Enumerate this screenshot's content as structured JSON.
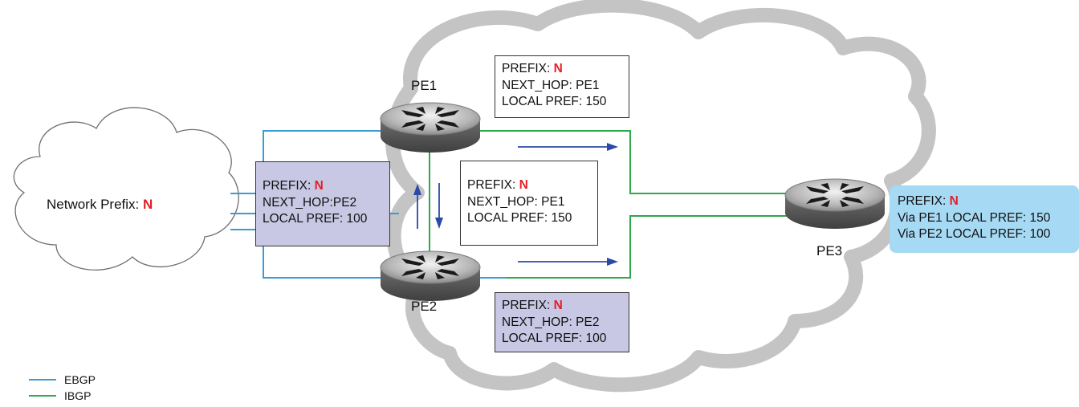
{
  "network_cloud": {
    "label": "Network Prefix:",
    "value": "N"
  },
  "routers": [
    {
      "name": "PE1"
    },
    {
      "name": "PE2"
    },
    {
      "name": "PE3"
    }
  ],
  "boxes": {
    "pe1_top": {
      "prefix_label": "PREFIX:",
      "prefix_value": "N",
      "line2": "NEXT_HOP: PE1",
      "line3": "LOCAL PREF: 150"
    },
    "pe1_mid": {
      "prefix_label": "PREFIX:",
      "prefix_value": "N",
      "line2": "NEXT_HOP: PE1",
      "line3": "LOCAL PREF: 150"
    },
    "pe2_left": {
      "prefix_label": "PREFIX:",
      "prefix_value": "N",
      "line2": "NEXT_HOP:PE2",
      "line3": "LOCAL PREF: 100"
    },
    "pe2_bottom": {
      "prefix_label": "PREFIX:",
      "prefix_value": "N",
      "line2": "NEXT_HOP: PE2",
      "line3": "LOCAL PREF: 100"
    },
    "pe3": {
      "prefix_label": "PREFIX:",
      "prefix_value": "N",
      "line2": "Via PE1 LOCAL PREF: 150",
      "line3": "Via PE2 LOCAL PREF: 100"
    }
  },
  "legend": [
    {
      "label": "EBGP",
      "color": "#3a9bd5"
    },
    {
      "label": "IBGP",
      "color": "#2ea84a"
    }
  ],
  "colors": {
    "ebgp": "#3a9bd5",
    "ibgp": "#2ea84a",
    "arrow": "#2b4aa8",
    "cloud_border": "#c4c4c4",
    "accent_red": "#e41f26"
  }
}
